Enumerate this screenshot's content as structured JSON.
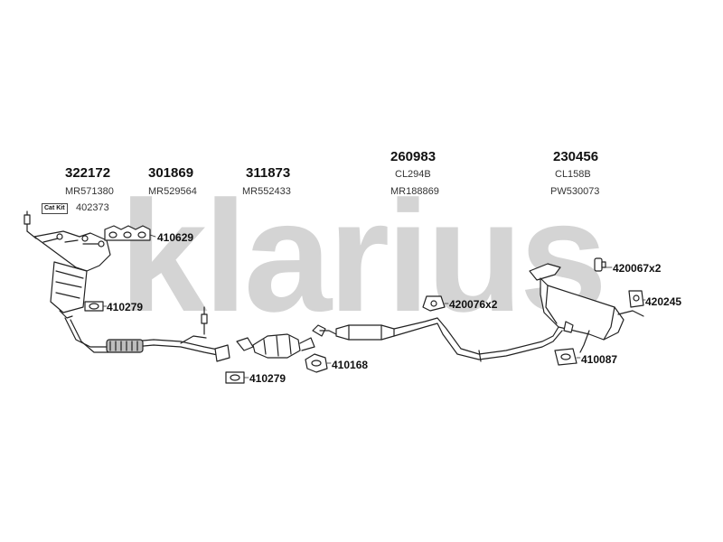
{
  "watermark": "klarius",
  "columns": [
    {
      "part_number": "322172",
      "oem_ref": "MR571380"
    },
    {
      "part_number": "301869",
      "oem_ref": "MR529564"
    },
    {
      "part_number": "311873",
      "oem_ref": "MR552433"
    },
    {
      "part_number": "260983",
      "sub_ref": "CL294B",
      "oem_ref": "MR188869"
    },
    {
      "part_number": "230456",
      "sub_ref": "CL158B",
      "oem_ref": "PW530073"
    }
  ],
  "cat_kit": {
    "label": "Cat Kit",
    "number": "402373"
  },
  "callouts": [
    {
      "id": "gasket-manifold",
      "label": "410629"
    },
    {
      "id": "flange-gasket-front",
      "label": "410279"
    },
    {
      "id": "flange-gasket-cat",
      "label": "410279"
    },
    {
      "id": "gasket-centre",
      "label": "410168"
    },
    {
      "id": "mount-centre",
      "label": "420076x2"
    },
    {
      "id": "mount-rear-top",
      "label": "420067x2"
    },
    {
      "id": "clamp-rear",
      "label": "420245"
    },
    {
      "id": "gasket-rear",
      "label": "410087"
    }
  ],
  "colors": {
    "line": "#222222",
    "watermark": "#d4d4d4",
    "part_fill": "#ffffff",
    "shade": "#bdbdbd"
  }
}
